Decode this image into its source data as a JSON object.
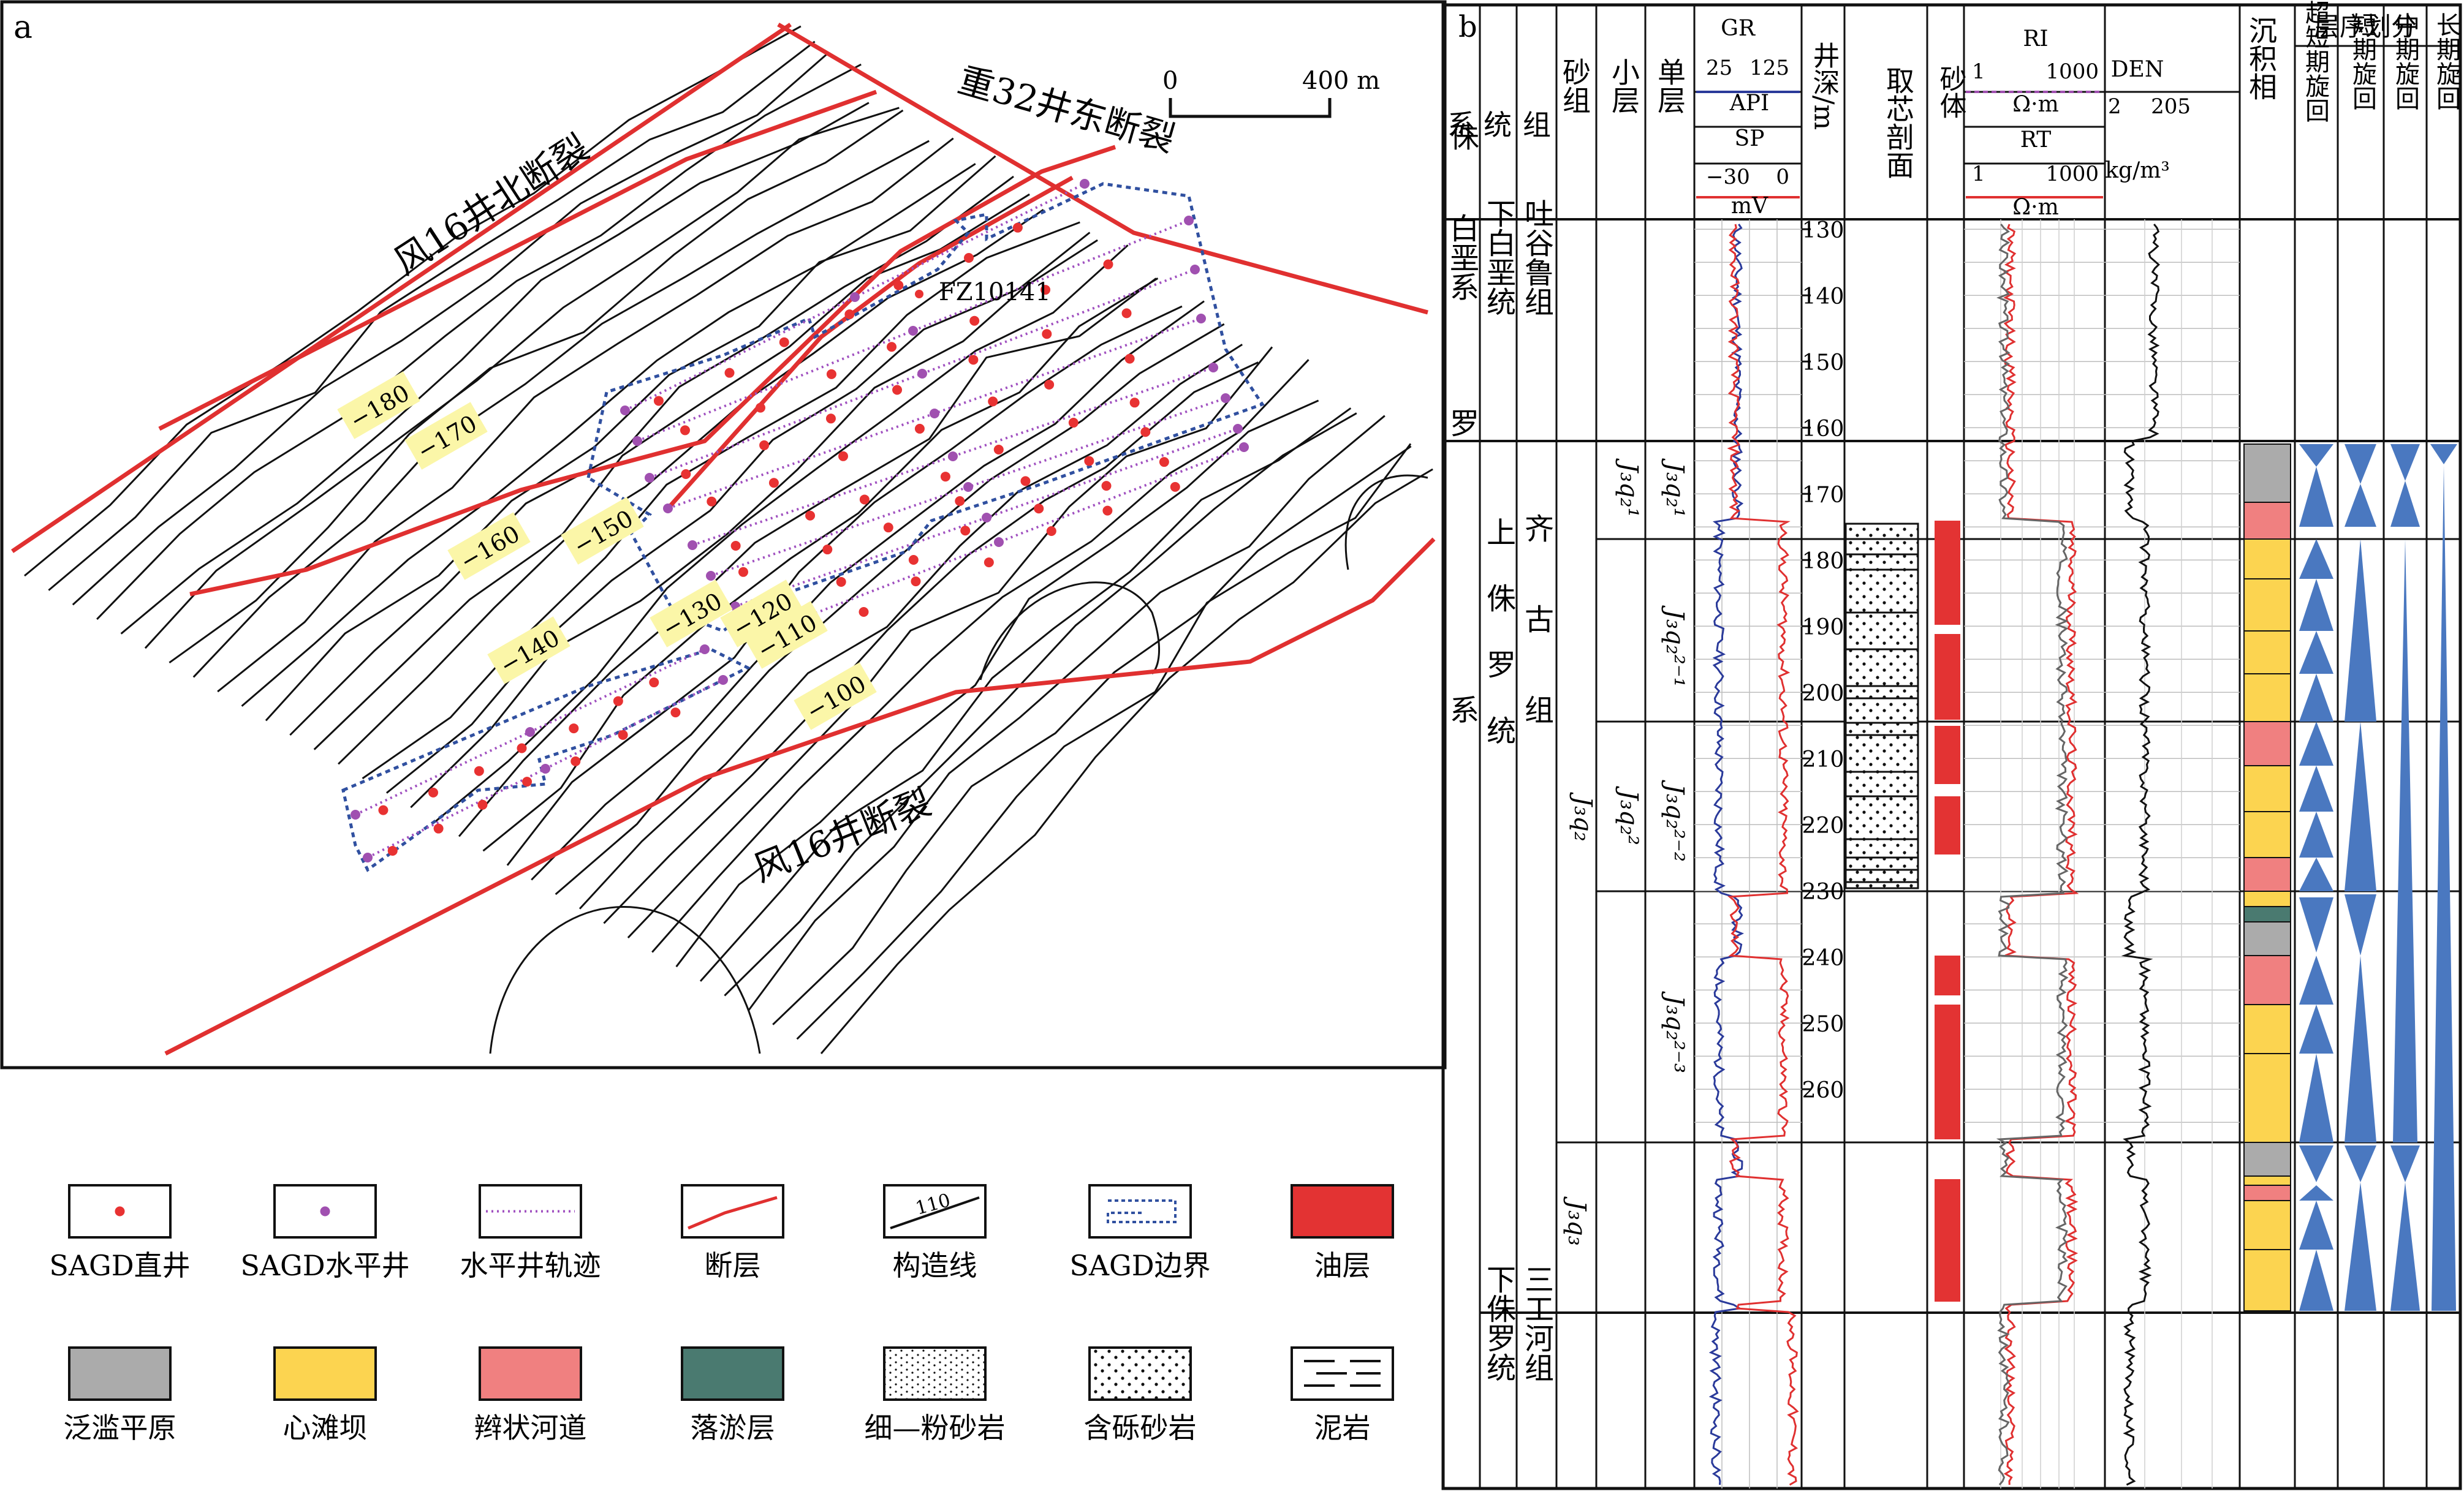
{
  "panel_a": {
    "letter": "a",
    "faults": {
      "north": "风16井北断裂",
      "east": "重32井东断裂",
      "south": "风16井断裂"
    },
    "scale": {
      "zero": "0",
      "end": "400 m"
    },
    "well_label": "FZ10141",
    "contour_labels": [
      "−180",
      "−170",
      "−160",
      "−150",
      "−140",
      "−130",
      "−120",
      "−110",
      "−100"
    ]
  },
  "legend": [
    {
      "key": "vertical-well",
      "label": "SAGD直井"
    },
    {
      "key": "horizontal-well",
      "label": "SAGD水平井"
    },
    {
      "key": "well-trajectory",
      "label": "水平井轨迹"
    },
    {
      "key": "fault",
      "label": "断层"
    },
    {
      "key": "contour",
      "label": "构造线",
      "value": "110"
    },
    {
      "key": "sagd-boundary",
      "label": "SAGD边界"
    },
    {
      "key": "oil-layer",
      "label": "油层"
    },
    {
      "key": "floodplain",
      "label": "泛滥平原"
    },
    {
      "key": "mid-channel-bar",
      "label": "心滩坝"
    },
    {
      "key": "braided-channel",
      "label": "辫状河道"
    },
    {
      "key": "silt-layer",
      "label": "落淤层"
    },
    {
      "key": "fine-siltstone",
      "label": "细—粉砂岩"
    },
    {
      "key": "pebbly-sandstone",
      "label": "含砾砂岩"
    },
    {
      "key": "mudstone",
      "label": "泥岩"
    }
  ],
  "colors": {
    "fault": "#e03030",
    "oil_layer": "#e33333",
    "floodplain": "#ababab",
    "mid_channel_bar": "#fcd450",
    "braided_channel": "#f08080",
    "silt_layer": "#4a7a70",
    "vertical_well": "#e83232",
    "horizontal_well": "#a050b0",
    "trajectory": "#a050c0",
    "boundary": "#3050a0",
    "contour_label_bg": "#fbf6a8",
    "cycle_triangle": "#4a78c0",
    "gr_curve": "#2a3a9a",
    "rt_curve": "#e03030"
  },
  "panel_b": {
    "letter": "b",
    "headers": {
      "system": "系",
      "series": "统",
      "formation": "组",
      "sand_group": "砂组",
      "sublayer": "小层",
      "single_layer": "单层",
      "gr": {
        "title": "GR",
        "min": "25",
        "max": "125",
        "unit": "API"
      },
      "sp": {
        "title": "SP",
        "min": "−30",
        "max": "0",
        "unit": "mV"
      },
      "depth": "井深/m",
      "core": "取芯剖面",
      "sand": "砂体",
      "ri": {
        "title": "RI",
        "min": "1",
        "max": "1000",
        "unit": "Ω·m"
      },
      "rt": {
        "title": "RT",
        "min": "1",
        "max": "1000",
        "unit": "Ω·m"
      },
      "den": {
        "title": "DEN",
        "min": "2",
        "max": "205",
        "unit": "kg/m³"
      },
      "facies": "沉积相",
      "sequence": "层序划分",
      "ultra_short": "超短期旋回",
      "short": "短期旋回",
      "medium": "中期旋回",
      "long": "长期旋回"
    },
    "strata": {
      "cretaceous_system": "白垩系",
      "lower_cretaceous": "下白垩统",
      "tugulu": "吐谷鲁组",
      "jurassic_system": "侏罗系",
      "upper_jurassic": "上侏罗统",
      "qigu": "齐古组",
      "lower_jurassic": "下侏罗统",
      "sangonghe": "三工河组",
      "j3q2": "J₃q₂",
      "j3q3": "J₃q₃",
      "j3q2_1": "J₃q₂¹",
      "j3q2_2": "J₃q₂²",
      "j3q2_2_1": "J₃q₂²⁻¹",
      "j3q2_2_2": "J₃q₂²⁻²",
      "j3q2_2_3": "J₃q₂²⁻³"
    },
    "depth_ticks": [
      "130",
      "140",
      "150",
      "160",
      "170",
      "180",
      "190",
      "200",
      "210",
      "220",
      "230",
      "240",
      "250",
      "260"
    ]
  }
}
